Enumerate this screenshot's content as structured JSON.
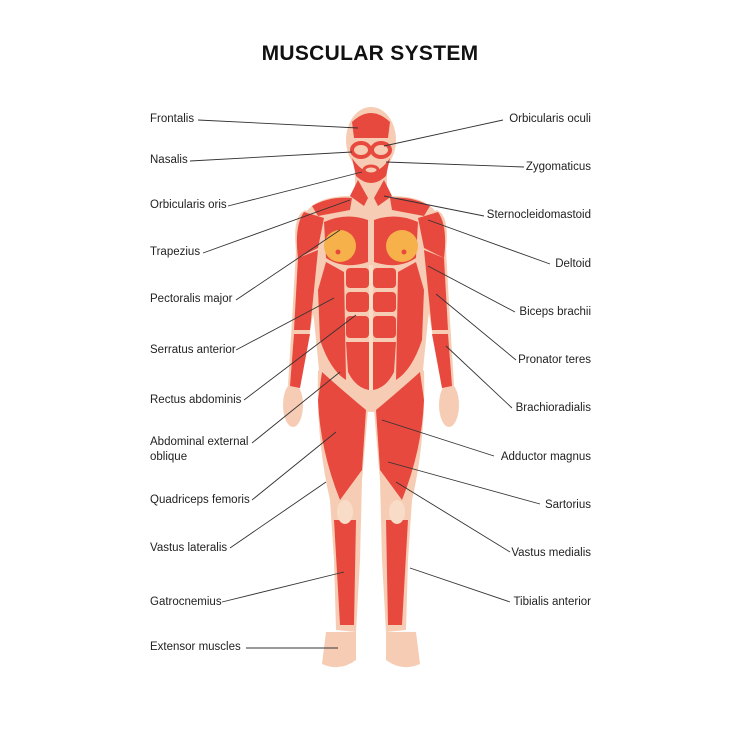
{
  "title": "MUSCULAR SYSTEM",
  "colors": {
    "muscle": "#e8493f",
    "muscle_dark": "#d23a33",
    "skin": "#f6cdb4",
    "tendon": "#f9dcc8",
    "breast": "#f6b14a",
    "leader_line": "#333333"
  },
  "labels_left": [
    {
      "id": "frontalis",
      "text": "Frontalis"
    },
    {
      "id": "nasalis",
      "text": "Nasalis"
    },
    {
      "id": "orbicularis-oris",
      "text": "Orbicularis oris"
    },
    {
      "id": "trapezius",
      "text": "Trapezius"
    },
    {
      "id": "pectoralis-major",
      "text": "Pectoralis major"
    },
    {
      "id": "serratus-anterior",
      "text": "Serratus anterior"
    },
    {
      "id": "rectus-abdominis",
      "text": "Rectus abdominis"
    },
    {
      "id": "abdominal-external-oblique",
      "text": "Abdominal external",
      "text2": "oblique"
    },
    {
      "id": "quadriceps-femoris",
      "text": "Quadriceps femoris"
    },
    {
      "id": "vastus-lateralis",
      "text": "Vastus lateralis"
    },
    {
      "id": "gatrocnemius",
      "text": "Gatrocnemius"
    },
    {
      "id": "extensor-muscles",
      "text": "Extensor muscles"
    }
  ],
  "labels_right": [
    {
      "id": "orbicularis-oculi",
      "text": "Orbicularis oculi"
    },
    {
      "id": "zygomaticus",
      "text": "Zygomaticus"
    },
    {
      "id": "sternocleidomastoid",
      "text": "Sternocleidomastoid"
    },
    {
      "id": "deltoid",
      "text": "Deltoid"
    },
    {
      "id": "biceps-brachii",
      "text": "Biceps brachii"
    },
    {
      "id": "pronator-teres",
      "text": "Pronator teres"
    },
    {
      "id": "brachioradialis",
      "text": "Brachioradialis"
    },
    {
      "id": "adductor-magnus",
      "text": "Adductor magnus"
    },
    {
      "id": "sartorius",
      "text": "Sartorius"
    },
    {
      "id": "vastus-medialis",
      "text": "Vastus medialis"
    },
    {
      "id": "tibialis-anterior",
      "text": "Tibialis anterior"
    }
  ]
}
